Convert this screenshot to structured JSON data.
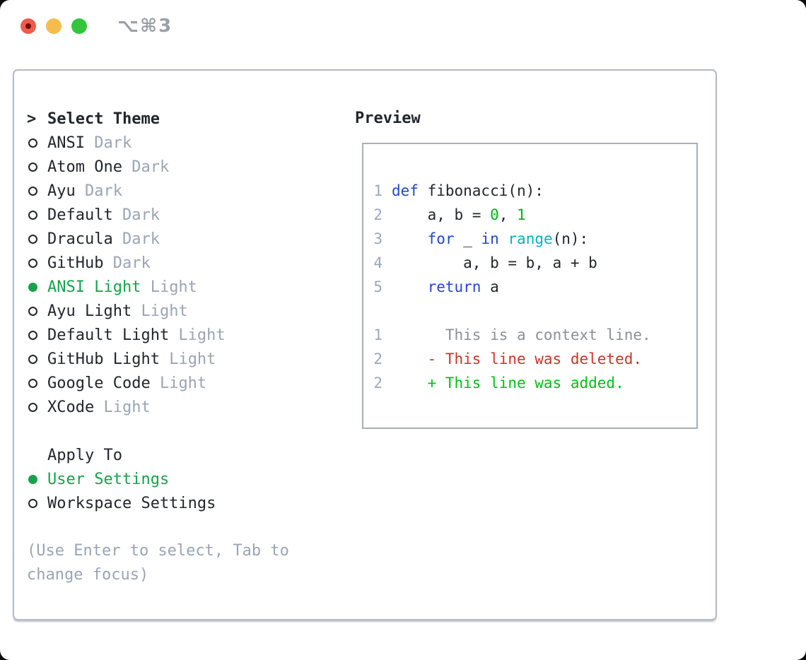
{
  "window": {
    "title_shortcut": "⌥⌘3"
  },
  "theme_panel": {
    "header": {
      "cursor": ">",
      "label": "Select Theme"
    },
    "items": [
      {
        "name": "ANSI",
        "variant": "Dark",
        "selected": false
      },
      {
        "name": "Atom One",
        "variant": "Dark",
        "selected": false
      },
      {
        "name": "Ayu",
        "variant": "Dark",
        "selected": false
      },
      {
        "name": "Default",
        "variant": "Dark",
        "selected": false
      },
      {
        "name": "Dracula",
        "variant": "Dark",
        "selected": false
      },
      {
        "name": "GitHub",
        "variant": "Dark",
        "selected": false
      },
      {
        "name": "ANSI Light",
        "variant": "Light",
        "selected": true
      },
      {
        "name": "Ayu Light",
        "variant": "Light",
        "selected": false
      },
      {
        "name": "Default Light",
        "variant": "Light",
        "selected": false
      },
      {
        "name": "GitHub Light",
        "variant": "Light",
        "selected": false
      },
      {
        "name": "Google Code",
        "variant": "Light",
        "selected": false
      },
      {
        "name": "XCode",
        "variant": "Light",
        "selected": false
      }
    ],
    "apply_to": {
      "label": "Apply To",
      "options": [
        {
          "label": "User Settings",
          "selected": true
        },
        {
          "label": "Workspace Settings",
          "selected": false
        }
      ]
    },
    "help_lines": [
      "(Use Enter to select, Tab to",
      "change focus)"
    ]
  },
  "preview": {
    "label": "Preview",
    "code_lines": [
      {
        "num": "1",
        "segments": [
          {
            "text": "def ",
            "color": "keyword"
          },
          {
            "text": "fibonacci(n):",
            "color": "plain"
          }
        ]
      },
      {
        "num": "2",
        "segments": [
          {
            "text": "    a, b = ",
            "color": "plain"
          },
          {
            "text": "0",
            "color": "number"
          },
          {
            "text": ", ",
            "color": "plain"
          },
          {
            "text": "1",
            "color": "number"
          }
        ]
      },
      {
        "num": "3",
        "segments": [
          {
            "text": "    ",
            "color": "plain"
          },
          {
            "text": "for",
            "color": "keyword"
          },
          {
            "text": " _ ",
            "color": "plain"
          },
          {
            "text": "in",
            "color": "keyword"
          },
          {
            "text": " ",
            "color": "plain"
          },
          {
            "text": "range",
            "color": "builtin"
          },
          {
            "text": "(n):",
            "color": "plain"
          }
        ]
      },
      {
        "num": "4",
        "segments": [
          {
            "text": "        a, b = b, a + b",
            "color": "plain"
          }
        ]
      },
      {
        "num": "5",
        "segments": [
          {
            "text": "    ",
            "color": "plain"
          },
          {
            "text": "return",
            "color": "keyword"
          },
          {
            "text": " a",
            "color": "plain"
          }
        ]
      },
      {
        "num": "",
        "segments": []
      },
      {
        "num": "1",
        "segments": [
          {
            "text": "      This is a context line.",
            "color": "context"
          }
        ]
      },
      {
        "num": "2",
        "segments": [
          {
            "text": "    - This line was deleted.",
            "color": "deleted"
          }
        ]
      },
      {
        "num": "2",
        "segments": [
          {
            "text": "    + This line was added.",
            "color": "added"
          }
        ]
      }
    ]
  },
  "colors": {
    "page_bg": "#0b0b0b",
    "window_bg": "#ffffff",
    "text": "#22262c",
    "muted": "#9aa5b4",
    "line_number": "#9aa7bd",
    "context": "#8a9099",
    "selected_green": "#16a34a",
    "keyword_blue": "#2145d6",
    "builtin_cyan": "#00b3bf",
    "number_green": "#00b517",
    "diff_added_green": "#00c214",
    "diff_deleted_red": "#c93626",
    "panel_border": "#b3bac3",
    "preview_border": "#a7aeb9",
    "title_gray": "#9aa0a6",
    "traffic_red": "#f05b4c",
    "traffic_red_dot": "#6d1008",
    "traffic_yellow": "#f6bd4e",
    "traffic_green": "#33c53c"
  }
}
